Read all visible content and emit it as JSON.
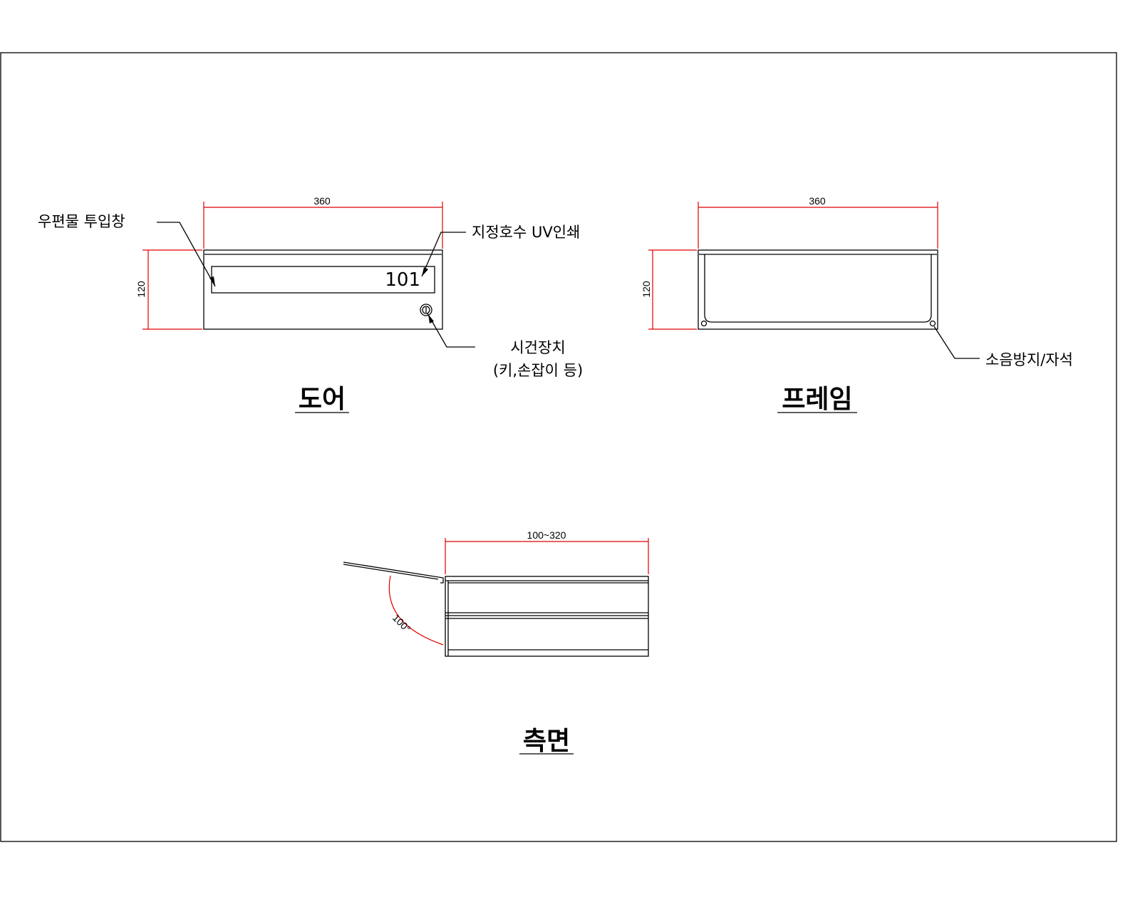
{
  "door_view": {
    "title": "도어",
    "width_dim": "360",
    "height_dim": "120",
    "unit_number": "101",
    "callout_mail_slot": "우편물 투입창",
    "callout_uv_print": "지정호수 UV인쇄",
    "callout_lock_line1": "시건장치",
    "callout_lock_line2": "(키,손잡이 등)"
  },
  "frame_view": {
    "title": "프레임",
    "width_dim": "360",
    "height_dim": "120",
    "callout_magnet": "소음방지/자석"
  },
  "side_view": {
    "title": "측면",
    "depth_dim": "100~320",
    "angle_dim": "100°"
  },
  "colors": {
    "dimension": "#e00000",
    "line": "#000000"
  }
}
